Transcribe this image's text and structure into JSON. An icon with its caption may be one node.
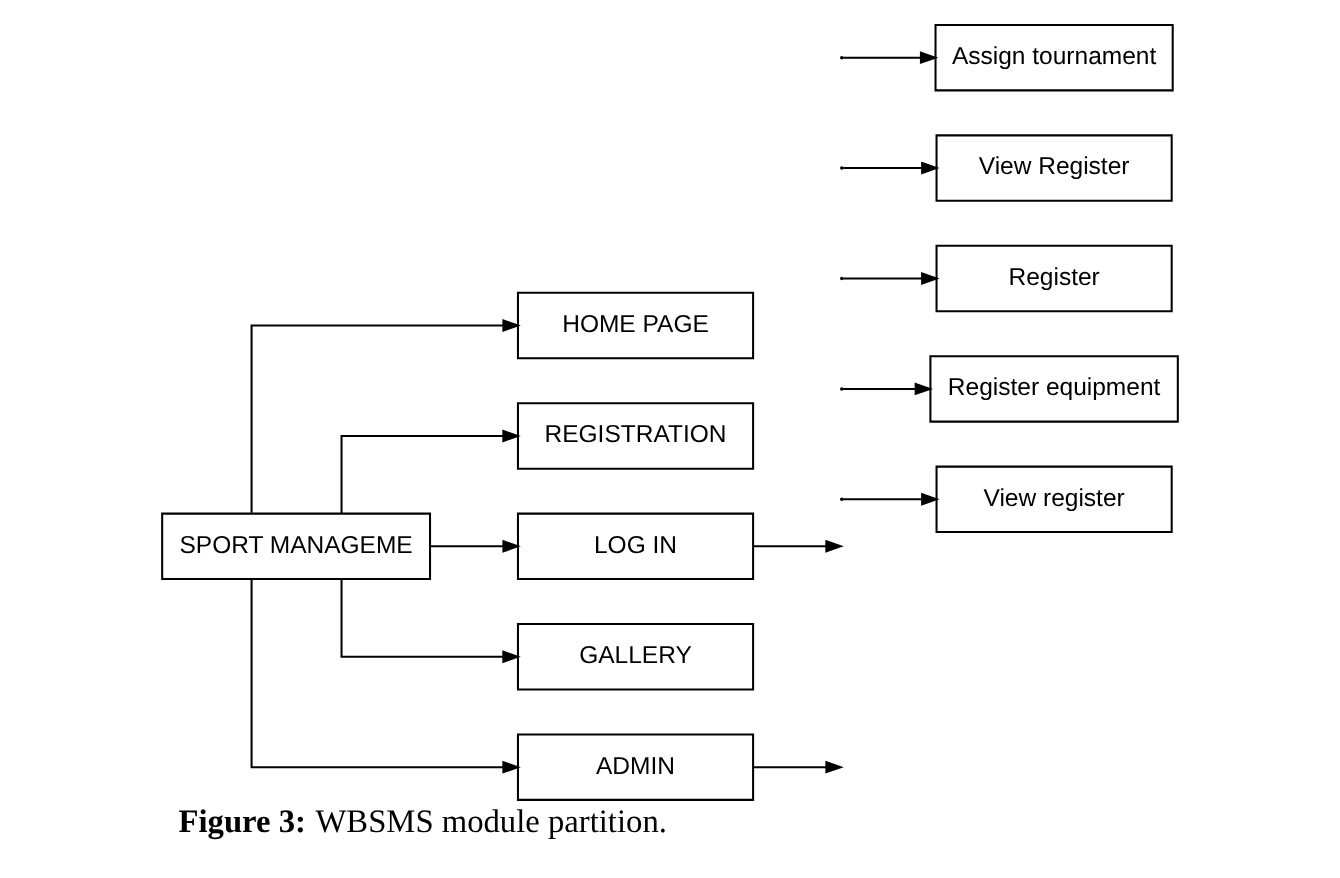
{
  "diagram": {
    "caption": "**Figure 3:** WBSMS module partition.",
    "nodes": [
      {
        "text": [
          "SPORT MANAGEME"
        ]
      },
      {
        "text": [
          "HOME PAGE"
        ]
      },
      {
        "text": [
          "REGISTRATION"
        ]
      },
      {
        "text": [
          "LOG IN"
        ]
      },
      {
        "text": [
          "GALLERY"
        ]
      },
      {
        "text": [
          "ADMIN"
        ]
      },
      {
        "text": [
          "View register"
        ]
      },
      {
        "text": [
          "Register equipment"
        ]
      },
      {
        "text": [
          "Register"
        ]
      },
      {
        "text": [
          "View Register"
        ]
      },
      {
        "text": [
          "Assign tournament"
        ]
      }
    ],
    "edges": [
      {
        "from": 0,
        "to": 1,
        "arrow": "to"
      },
      {
        "from": 0,
        "to": 2,
        "arrow": "to"
      },
      {
        "from": 0,
        "to": 3,
        "arrow": "to"
      },
      {
        "from": 0,
        "to": 4,
        "arrow": "to"
      },
      {
        "from": 0,
        "to": 5,
        "arrow": "to"
      },
      {
        "from": 3,
        "to": null,
        "arrow": "to"
      },
      {
        "from": 5,
        "to": null,
        "arrow": "to"
      },
      {
        "from": null,
        "to": 6,
        "arrow": "to"
      },
      {
        "from": null,
        "to": 7,
        "arrow": "to"
      },
      {
        "from": null,
        "to": 8,
        "arrow": "to"
      },
      {
        "from": null,
        "to": 9,
        "arrow": "to"
      },
      {
        "from": null,
        "to": 10,
        "arrow": "to"
      }
    ]
  }
}
